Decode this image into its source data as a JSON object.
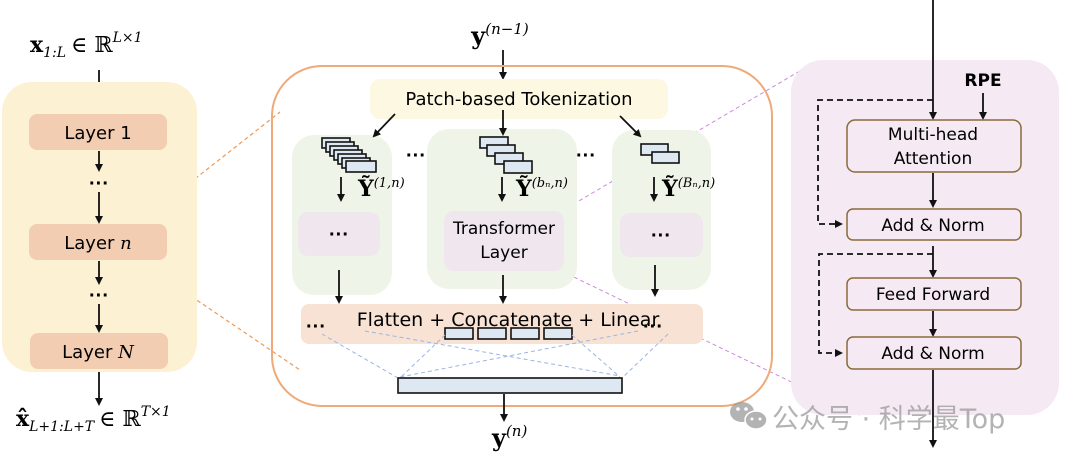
{
  "left_stack": {
    "input_label": "x",
    "input_subscript": "1:L",
    "input_domain": "∈ ℝ",
    "input_superscript": "L×1",
    "layers": [
      {
        "prefix": "Layer ",
        "index": "1"
      },
      {
        "prefix": "Layer ",
        "index": "n"
      },
      {
        "prefix": "Layer ",
        "index": "N"
      }
    ],
    "ellipsis": "···",
    "output_label": "x̂",
    "output_subscript": "L+1:L+T",
    "output_domain": "∈ ℝ",
    "output_superscript": "T×1",
    "colors": {
      "panel": "#fdf1d4",
      "layer": "#f2cdb2"
    }
  },
  "middle_block": {
    "input_label": "y",
    "input_superscript": "(n−1)",
    "tokenization_label": "Patch-based Tokenization",
    "branches": [
      {
        "token_label": "Ỹ",
        "token_superscript": "(1,n)",
        "body": "···"
      },
      {
        "token_label": "Ỹ",
        "token_superscript": "(bₙ,n)",
        "body_line1": "Transformer",
        "body_line2": "Layer"
      },
      {
        "token_label": "Ỹ",
        "token_superscript": "(Bₙ,n)",
        "body": "···"
      }
    ],
    "between_ellipsis": "···",
    "merge_label": "Flatten + Concatenate + Linear",
    "merge_ellipsis": "···",
    "output_label": "y",
    "output_superscript": "(n)",
    "colors": {
      "border": "#eeaa78",
      "tokenization": "#fdf8e2",
      "branch": "#eef5e8",
      "inner": "#efe6ee",
      "merge": "#f7e2d3",
      "patch": "#dde8f3"
    }
  },
  "transformer_layer": {
    "rpe_label": "RPE",
    "blocks": [
      "Multi-head Attention",
      "Add & Norm",
      "Feed Forward",
      "Add & Norm"
    ],
    "mha_line1": "Multi-head",
    "mha_line2": "Attention",
    "colors": {
      "panel": "#f5e9f4",
      "block_border": "#8a6b3a"
    }
  },
  "watermark": {
    "text": "公众号 · 科学最Top",
    "icon": "wechat-icon"
  }
}
